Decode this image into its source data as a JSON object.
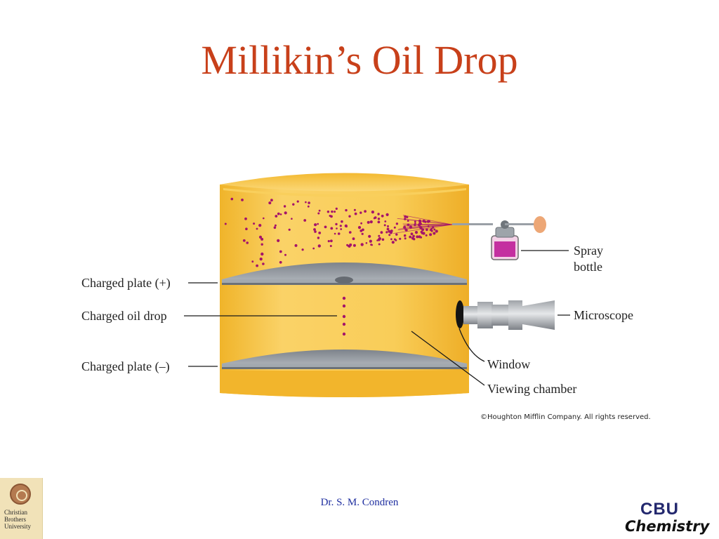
{
  "slide": {
    "title": "Millikin’s Oil Drop",
    "footer": "Dr. S. M. Condren"
  },
  "diagram": {
    "labels": {
      "charged_plate_positive": "Charged plate (+)",
      "charged_oil_drop": "Charged oil drop",
      "charged_plate_negative": "Charged plate (–)",
      "spray_bottle_line1": "Spray",
      "spray_bottle_line2": "bottle",
      "microscope": "Microscope",
      "window": "Window",
      "viewing_chamber": "Viewing chamber"
    },
    "copyright": "©Houghton Mifflin Company. All rights reserved.",
    "colors": {
      "chamber": "#f6c332",
      "chamber_light": "#fbd978",
      "chamber_dark": "#e8a41a",
      "plate": "#8f959c",
      "droplet": "#a4146a"
    }
  },
  "logos": {
    "left_name": [
      "Christian",
      "Brothers",
      "University"
    ],
    "right_line1": "CBU",
    "right_line2": "Chemistry"
  }
}
